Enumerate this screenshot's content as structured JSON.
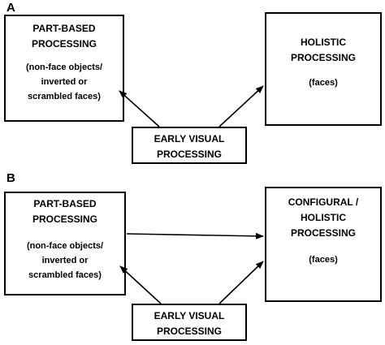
{
  "panels": [
    {
      "label": "A",
      "left_box": {
        "title": "PART-BASED\nPROCESSING",
        "subtitle": "(non-face objects/\ninverted or\nscrambled faces)"
      },
      "right_box": {
        "title": "HOLISTIC\nPROCESSING",
        "subtitle": "(faces)"
      },
      "bottom_box": {
        "title": "EARLY VISUAL\nPROCESSING"
      }
    },
    {
      "label": "B",
      "left_box": {
        "title": "PART-BASED\nPROCESSING",
        "subtitle": "(non-face objects/\ninverted or\nscrambled faces)"
      },
      "right_box": {
        "title": "CONFIGURAL /\nHOLISTIC\nPROCESSING",
        "subtitle": "(faces)"
      },
      "bottom_box": {
        "title": "EARLY VISUAL\nPROCESSING"
      }
    }
  ]
}
